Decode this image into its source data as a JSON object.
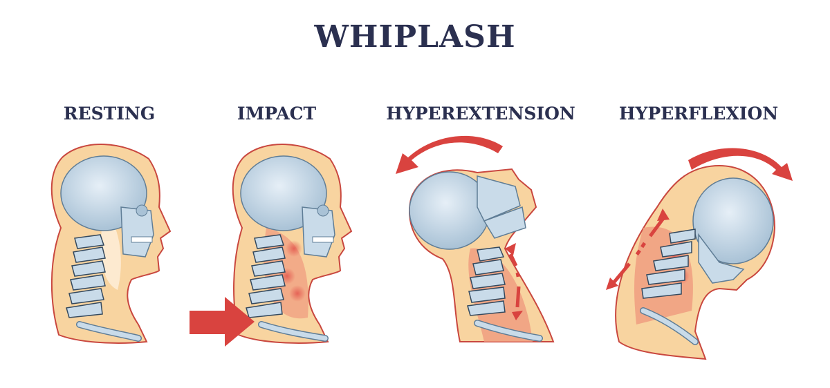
{
  "title": "WHIPLASH",
  "panels": [
    {
      "label": "RESTING",
      "state": "neutral",
      "arrow": "none"
    },
    {
      "label": "IMPACT",
      "state": "neutral-strained",
      "arrow": "impact-arrow-right"
    },
    {
      "label": "HYPEREXTENSION",
      "state": "head-tilted-back",
      "arrow": "curved-arrow-left"
    },
    {
      "label": "HYPERFLEXION",
      "state": "head-tilted-forward",
      "arrow": "curved-arrow-right"
    }
  ],
  "colors": {
    "title": "#2b3050",
    "skin": "#f8d4a0",
    "skin_outline": "#c9473f",
    "neck_strain": "#ef9a7e",
    "bone": "#c9dbe9",
    "bone_outline": "#5f7d96",
    "arrow": "#d9433f"
  }
}
